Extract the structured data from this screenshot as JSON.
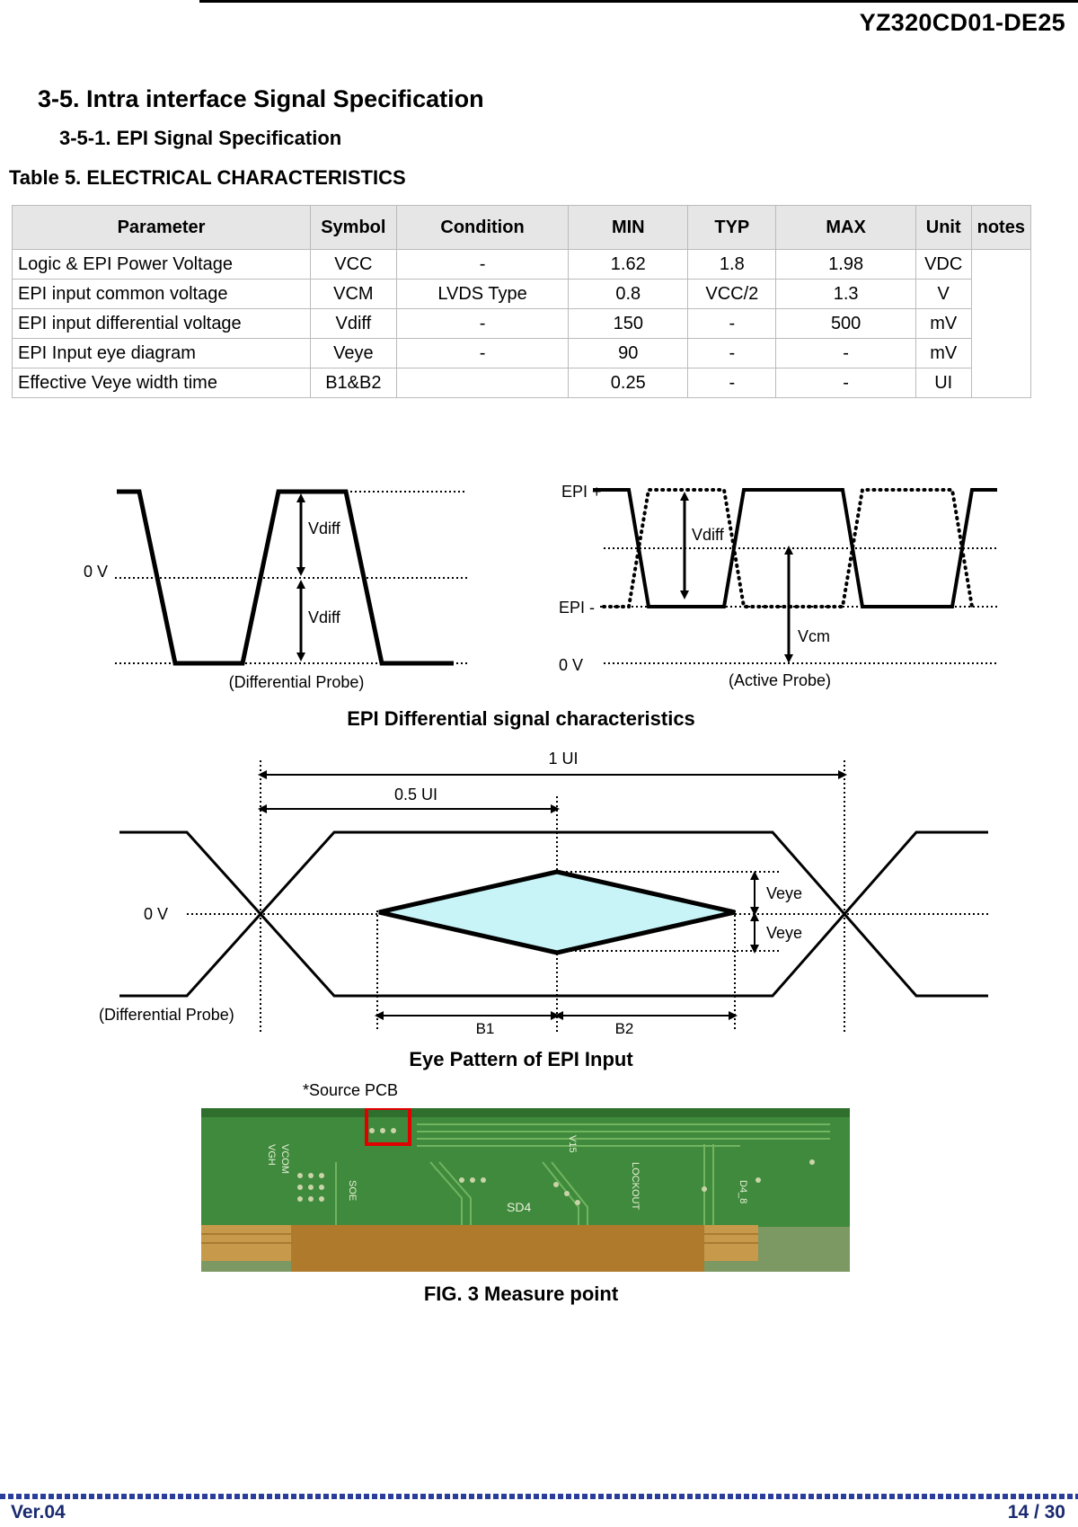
{
  "header": {
    "doc_id": "YZ320CD01-DE25"
  },
  "section": {
    "title": "3-5. Intra interface Signal Specification",
    "subtitle": "3-5-1. EPI  Signal Specification"
  },
  "table": {
    "caption": "Table 5.  ELECTRICAL CHARACTERISTICS",
    "headers": [
      "Parameter",
      "Symbol",
      "Condition",
      "MIN",
      "TYP",
      "MAX",
      "Unit",
      "notes"
    ],
    "rows": [
      [
        "Logic & EPI Power Voltage",
        "VCC",
        "-",
        "1.62",
        "1.8",
        "1.98",
        "VDC"
      ],
      [
        "EPI input common voltage",
        "VCM",
        "LVDS Type",
        "0.8",
        "VCC/2",
        "1.3",
        "V"
      ],
      [
        "EPI input differential voltage",
        "Vdiff",
        "-",
        "150",
        "-",
        "500",
        "mV"
      ],
      [
        "EPI Input eye diagram",
        "Veye",
        "-",
        "90",
        "-",
        "-",
        "mV"
      ],
      [
        "Effective Veye width time",
        "B1&B2",
        "",
        "0.25",
        "-",
        "-",
        "UI"
      ]
    ]
  },
  "fig1": {
    "left": {
      "zero": "0 V",
      "vdiff_top": "Vdiff",
      "vdiff_bottom": "Vdiff",
      "probe": "(Differential Probe)"
    },
    "right": {
      "epi_plus": "EPI +",
      "epi_minus": "EPI -",
      "zero": "0 V",
      "vdiff": "Vdiff",
      "vcm": "Vcm",
      "probe": "(Active Probe)"
    },
    "caption": "EPI Differential signal characteristics"
  },
  "fig2": {
    "ui": "1 UI",
    "half_ui": "0.5 UI",
    "zero": "0 V",
    "veye_top": "Veye",
    "veye_bottom": "Veye",
    "probe": "(Differential Probe)",
    "b1": "B1",
    "b2": "B2",
    "caption": "Eye Pattern of EPI Input"
  },
  "fig3": {
    "label": "*Source PCB",
    "caption": "FIG. 3 Measure point"
  },
  "footer": {
    "version": "Ver.04",
    "page": "14 / 30"
  },
  "colors": {
    "eye_fill": "#c8f4f8",
    "pcb_green": "#3f8a3c",
    "marker_red": "#e00000",
    "footer_blue": "#2a3d9a"
  }
}
